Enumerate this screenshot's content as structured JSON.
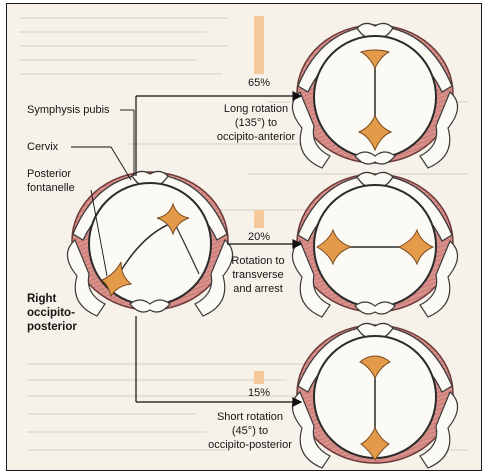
{
  "labels": {
    "symphysis_pubis": "Symphysis pubis",
    "cervix": "Cervix",
    "posterior_fontanelle": "Posterior\nfontanelle",
    "starting_position": "Right\noccipito-\nposterior"
  },
  "outcomes": [
    {
      "percent_label": "65%",
      "percent_value": 65,
      "caption": "Long rotation\n(135°) to\noccipito-anterior"
    },
    {
      "percent_label": "20%",
      "percent_value": 20,
      "caption": "Rotation to\ntransverse\nand arrest"
    },
    {
      "percent_label": "15%",
      "percent_value": 15,
      "caption": "Short rotation\n(45°) to\noccipito-posterior"
    }
  ],
  "colors": {
    "page_background": "#f6f1e9",
    "bar_fill": "#f6c99a",
    "fontanelle_fill": "#e39b4a",
    "pelvis_fill": "#d98f8a",
    "head_fill": "#fbfaf4"
  }
}
